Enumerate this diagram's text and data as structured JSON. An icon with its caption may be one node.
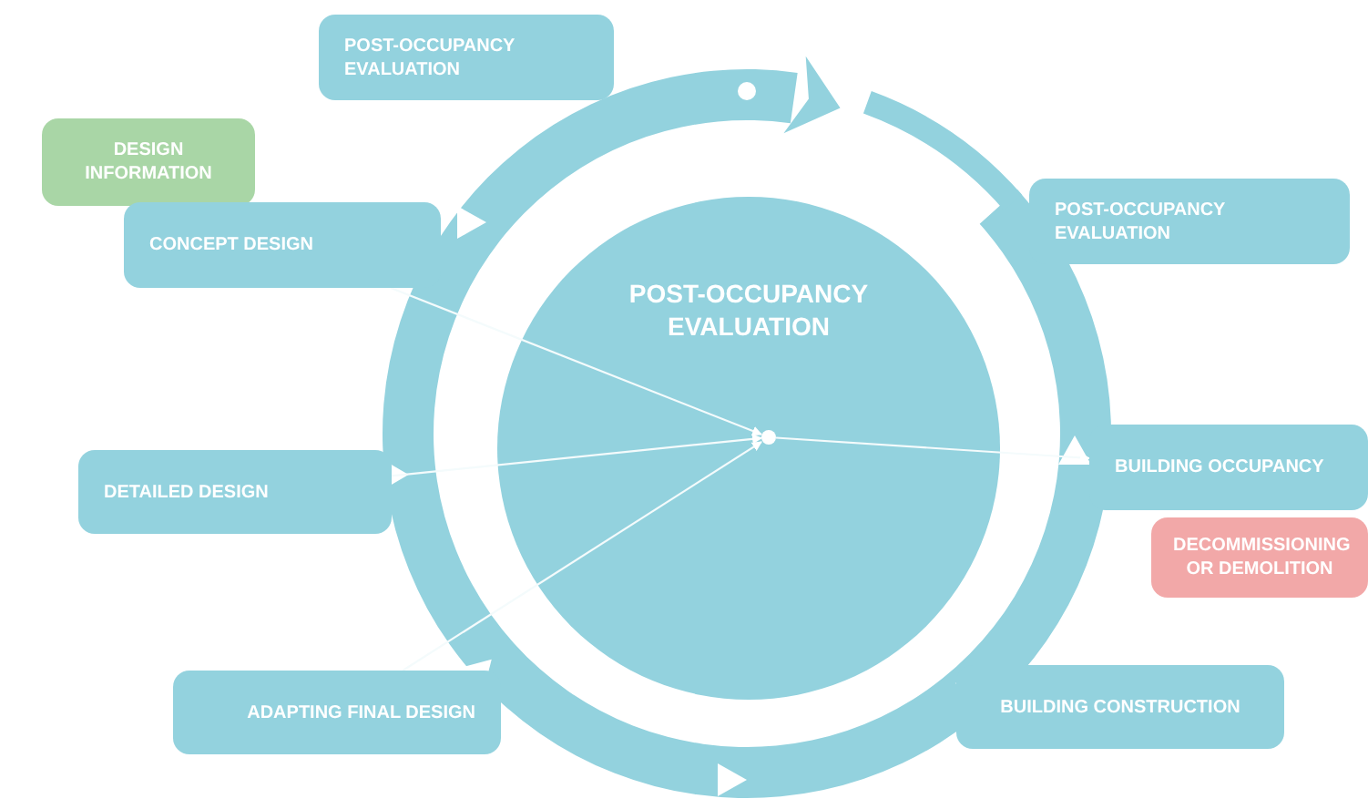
{
  "diagram": {
    "nodes": [
      {
        "text": [
          "POST-OCCUPANCY EVALUATION"
        ]
      },
      {
        "text": [],
        "shape": "circle",
        "in": 0
      },
      {
        "text": [
          "POST-OCCUPANCY EVALUATION"
        ]
      },
      {
        "text": [
          "DESIGN INFORMATION"
        ]
      },
      {
        "text": [
          "CONCEPT DESIGN"
        ]
      },
      {
        "text": [
          "POST-OCCUPANCY EVALUATION"
        ]
      },
      {
        "text": [
          "DETAILED DESIGN"
        ]
      },
      {
        "text": [
          "BUILDING OCCUPANCY"
        ]
      },
      {
        "text": [
          "DECOMMISSIONING OR DEMOLITION"
        ]
      },
      {
        "text": [
          "ADAPTING FINAL DESIGN"
        ]
      },
      {
        "text": [
          "BUILDING CONSTRUCTION"
        ]
      }
    ],
    "edges": [
      {
        "from": 4,
        "to": 1,
        "arrow": "to"
      },
      {
        "from": 6,
        "to": 1,
        "arrow": "to"
      },
      {
        "from": 9,
        "to": 1,
        "arrow": "to"
      },
      {
        "from": 1,
        "to": 7,
        "arrow": "to"
      }
    ]
  }
}
